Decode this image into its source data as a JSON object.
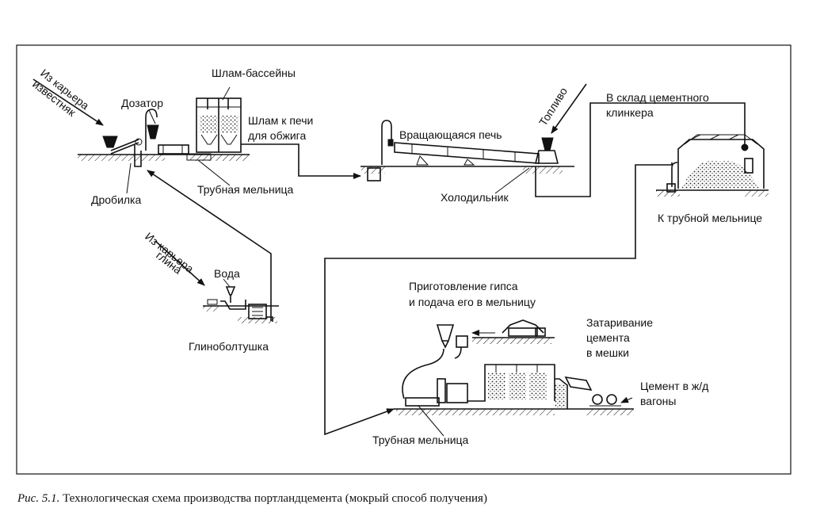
{
  "labels": {
    "limestone_source_1": "Из карьера",
    "limestone_source_2": "известняк",
    "doser": "Дозатор",
    "slurry_basins": "Шлам-бассейны",
    "slurry_to_kiln_1": "Шлам к печи",
    "slurry_to_kiln_2": "для обжига",
    "crusher": "Дробилка",
    "tube_mill_top": "Трубная мельница",
    "clay_source_1": "Из карьера",
    "clay_source_2": "глина",
    "water": "Вода",
    "clay_mixer": "Глиноболтушка",
    "rotary_kiln": "Вращающаяся печь",
    "fuel": "Топливо",
    "cooler": "Холодильник",
    "clinker_store_1": "В склад цементного",
    "clinker_store_2": "клинкера",
    "to_tube_mill": "К трубной мельнице",
    "gypsum_1": "Приготовление гипса",
    "gypsum_2": "и подача его в мельницу",
    "bagging_1": "Затаривание",
    "bagging_2": "цемента",
    "bagging_3": "в мешки",
    "railcars_1": "Цемент в ж/д",
    "railcars_2": "вагоны",
    "tube_mill_bottom": "Трубная мельница"
  },
  "caption": {
    "prefix": "Рис. 5.1.",
    "text": "Технологическая схема производства портландцемента (мокрый способ получения)"
  }
}
